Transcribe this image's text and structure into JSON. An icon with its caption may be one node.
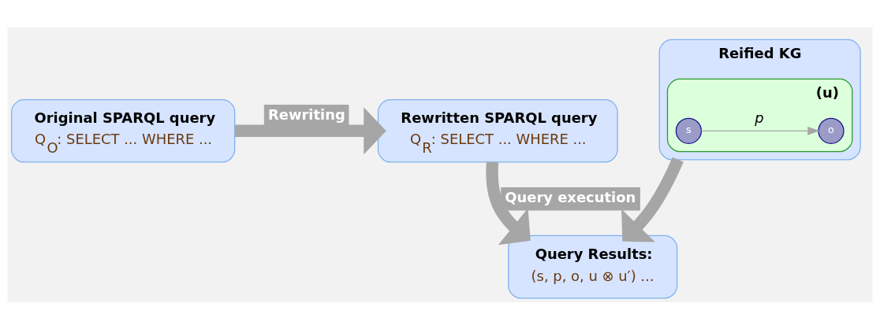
{
  "diagram": {
    "nodes": [
      {
        "text": [
          "Original SPARQL query",
          "Q$_{O}$: SELECT ... WHERE ..."
        ]
      },
      {
        "text": [
          "Rewritten SPARQL query",
          "Q$_{R}$: SELECT ... WHERE ..."
        ]
      },
      {
        "text": [
          "Reified KG"
        ]
      },
      {
        "text": [],
        "shape": "ellipse",
        "in": 2,
        "beside": [
          "(u)"
        ]
      },
      {
        "text": [
          "s"
        ],
        "in": 3
      },
      {
        "text": [
          "o"
        ],
        "in": 3
      },
      {
        "text": [
          "Query Results:",
          "(s, p, o, u ⊗ u′) ..."
        ]
      }
    ],
    "edges": [
      {
        "from": 0,
        "to": 1,
        "arrow": "to",
        "label": "Rewriting"
      },
      {
        "from": 1,
        "to": 6,
        "arrow": "to",
        "label": "Query execution"
      },
      {
        "from": 2,
        "to": 6,
        "arrow": "to"
      },
      {
        "from": 4,
        "to": 5,
        "arrow": "to",
        "label": "p"
      }
    ]
  }
}
